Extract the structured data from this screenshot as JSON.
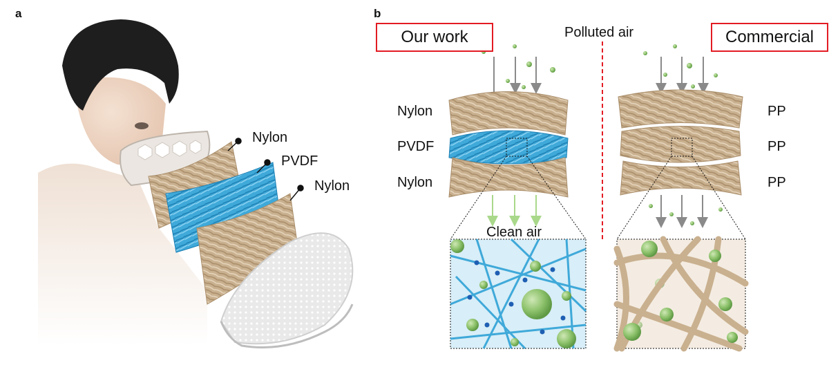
{
  "panels": {
    "a": {
      "letter": "a",
      "layers": [
        {
          "label": "Nylon"
        },
        {
          "label": "PVDF"
        },
        {
          "label": "Nylon"
        }
      ]
    },
    "b": {
      "letter": "b",
      "our_work_label": "Our work",
      "commercial_label": "Commercial",
      "polluted_air_label": "Polluted air",
      "clean_air_label": "Clean air",
      "our_layers": [
        {
          "label": "Nylon"
        },
        {
          "label": "PVDF"
        },
        {
          "label": "Nylon"
        }
      ],
      "commercial_layers": [
        {
          "label": "PP"
        },
        {
          "label": "PP"
        },
        {
          "label": "PP"
        }
      ]
    }
  },
  "colors": {
    "nylon": "#c9b08f",
    "pvdf": "#3fa9d9",
    "particle": "#8cc16a",
    "highlight_box": "#e31b23",
    "divider": "#e31b23",
    "arrow_gray": "#8a8a8a",
    "arrow_green": "#a9d88a"
  }
}
